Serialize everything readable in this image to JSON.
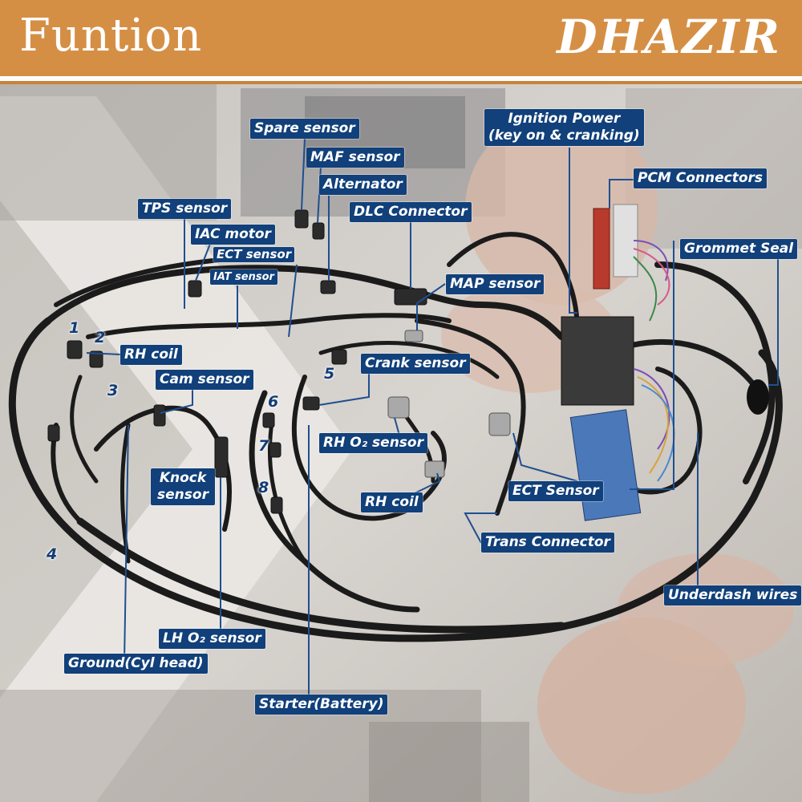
{
  "header": {
    "title": "Funtion",
    "brand": "DHAZIR",
    "bar_color": "#d58f45",
    "label_color": "#11407a"
  },
  "labels": {
    "spare_sensor": "Spare sensor",
    "maf_sensor": "MAF sensor",
    "alternator": "Alternator",
    "tps_sensor": "TPS sensor",
    "dlc_connector": "DLC Connector",
    "iac_motor": "IAC motor",
    "ect_sensor_top": "ECT sensor",
    "iat_sensor": "IAT sensor",
    "ignition_power_line1": "Ignition Power",
    "ignition_power_line2": "(key on & cranking)",
    "pcm_connectors": "PCM Connectors",
    "grommet_seal": "Grommet Seal",
    "map_sensor": "MAP sensor",
    "rh_coil_top": "RH coil",
    "crank_sensor": "Crank sensor",
    "cam_sensor": "Cam sensor",
    "rh_o2_sensor": "RH O₂ sensor",
    "knock_sensor_line1": "Knock",
    "knock_sensor_line2": "sensor",
    "rh_coil_bottom": "RH coil",
    "ect_sensor_bottom": "ECT Sensor",
    "trans_connector": "Trans Connector",
    "underdash_wires": "Underdash wires",
    "lh_o2_sensor": "LH O₂ sensor",
    "ground_cyl_head": "Ground(Cyl head)",
    "starter_battery": "Starter(Battery)"
  },
  "numbers": [
    "1",
    "2",
    "3",
    "4",
    "5",
    "6",
    "7",
    "8"
  ]
}
